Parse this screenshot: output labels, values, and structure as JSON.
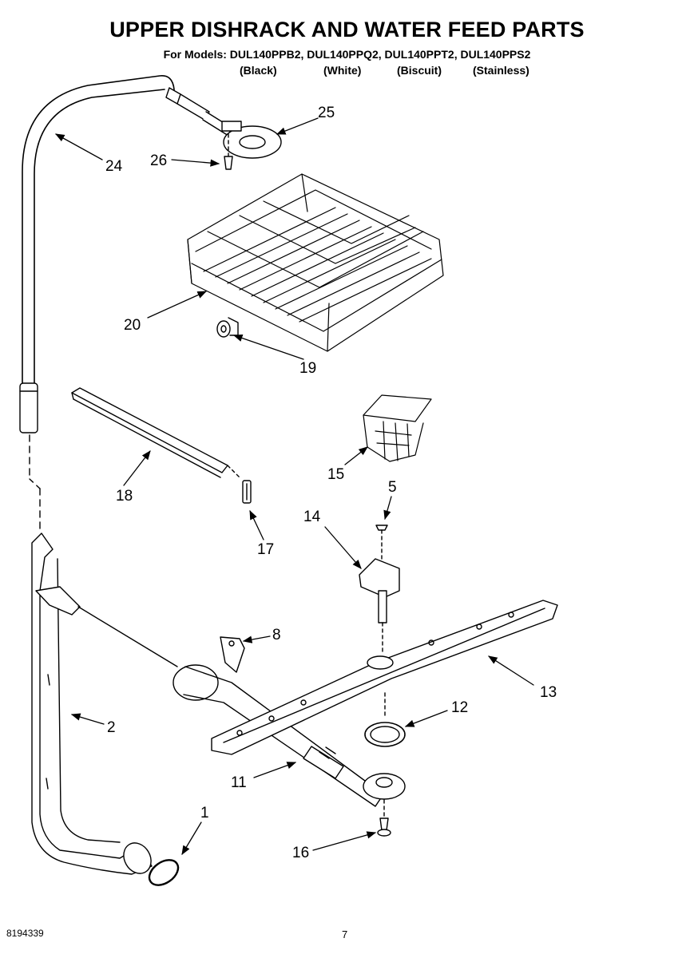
{
  "header": {
    "title": "UPPER DISHRACK AND WATER FEED PARTS",
    "models": "For Models: DUL140PPB2, DUL140PPQ2, DUL140PPT2, DUL140PPS2",
    "colors": [
      "(Black)",
      "(White)",
      "(Biscuit)",
      "(Stainless)"
    ]
  },
  "callouts": {
    "c1": "1",
    "c2": "2",
    "c5": "5",
    "c8": "8",
    "c11": "11",
    "c12": "12",
    "c13": "13",
    "c14": "14",
    "c15": "15",
    "c16": "16",
    "c17": "17",
    "c18": "18",
    "c19": "19",
    "c20": "20",
    "c24": "24",
    "c25": "25",
    "c26": "26"
  },
  "footer": {
    "doc_number": "8194339",
    "page": "7"
  }
}
